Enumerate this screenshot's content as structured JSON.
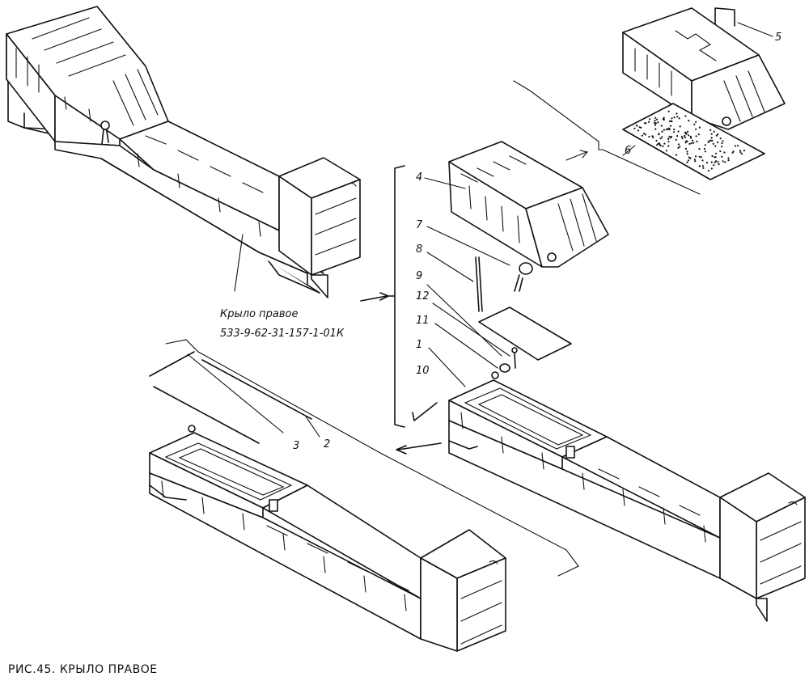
{
  "caption": "РИС.45. КРЫЛО ПРАВОЕ",
  "assembly": {
    "name": "Крыло правое",
    "part_number": "533-9-62-31-157-1-01К"
  },
  "callouts": [
    {
      "id": "c1",
      "text": "1"
    },
    {
      "id": "c2",
      "text": "2"
    },
    {
      "id": "c3",
      "text": "3"
    },
    {
      "id": "c4",
      "text": "4"
    },
    {
      "id": "c5",
      "text": "5"
    },
    {
      "id": "c6",
      "text": "6"
    },
    {
      "id": "c7",
      "text": "7"
    },
    {
      "id": "c8",
      "text": "8"
    },
    {
      "id": "c9",
      "text": "9"
    },
    {
      "id": "c10",
      "text": "10"
    },
    {
      "id": "c11",
      "text": "11"
    },
    {
      "id": "c12",
      "text": "12"
    }
  ]
}
